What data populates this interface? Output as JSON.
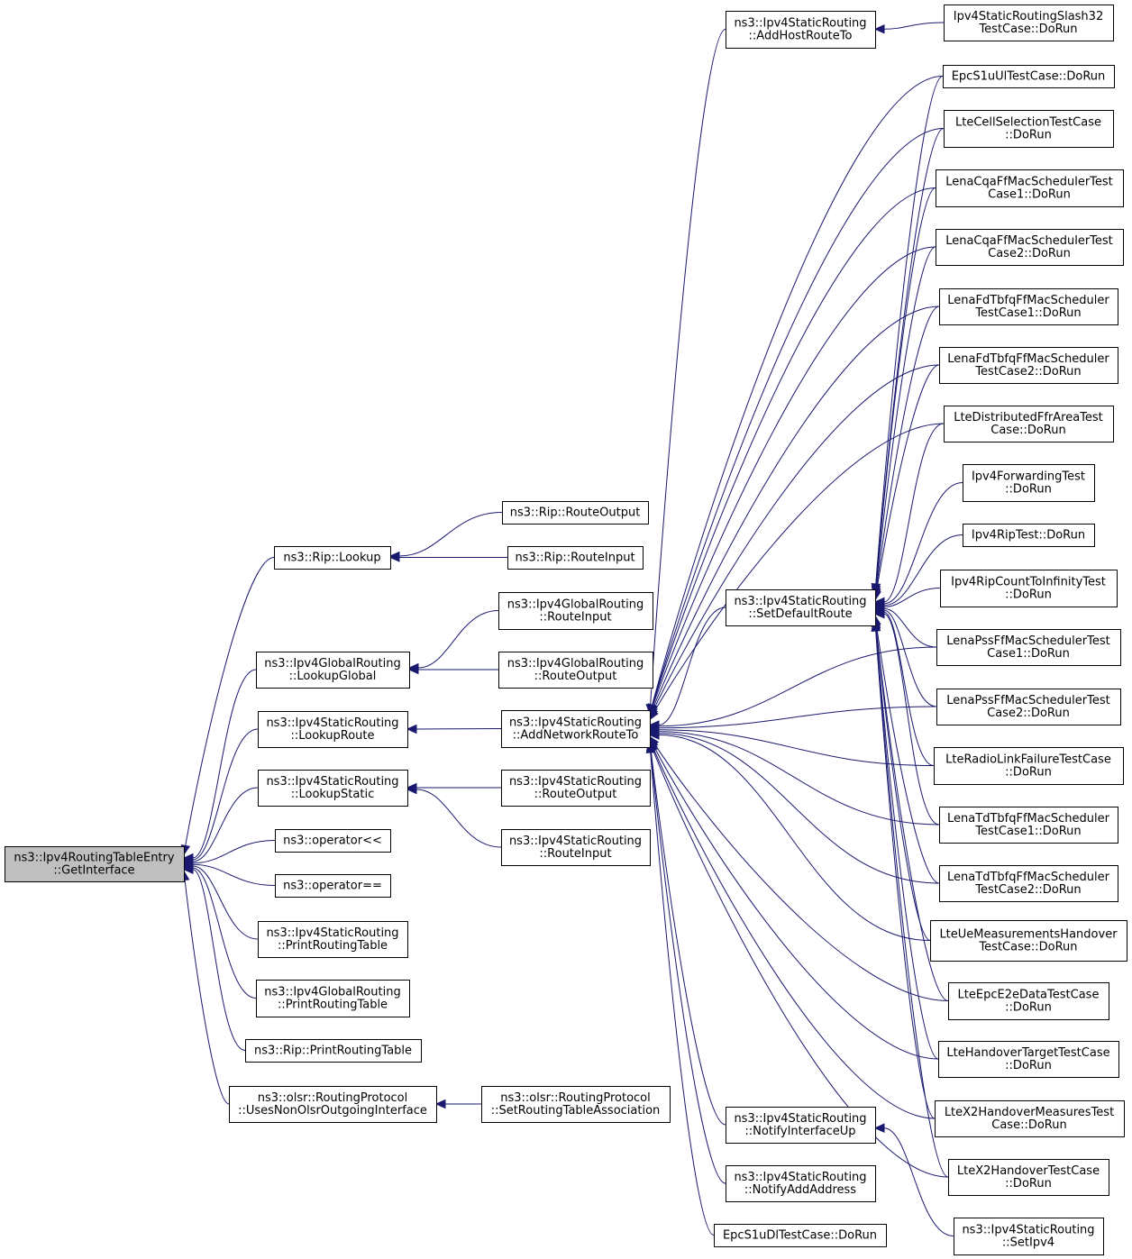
{
  "nodes": [
    {
      "id": "root",
      "lines": [
        "ns3::Ipv4RoutingTableEntry",
        "::GetInterface"
      ]
    },
    {
      "id": "rip_lookup",
      "lines": [
        "ns3::Rip::Lookup"
      ]
    },
    {
      "id": "rip_route_output",
      "lines": [
        "ns3::Rip::RouteOutput"
      ]
    },
    {
      "id": "rip_route_input",
      "lines": [
        "ns3::Rip::RouteInput"
      ]
    },
    {
      "id": "global_lookup",
      "lines": [
        "ns3::Ipv4GlobalRouting",
        "::LookupGlobal"
      ]
    },
    {
      "id": "global_route_input",
      "lines": [
        "ns3::Ipv4GlobalRouting",
        "::RouteInput"
      ]
    },
    {
      "id": "global_route_output",
      "lines": [
        "ns3::Ipv4GlobalRouting",
        "::RouteOutput"
      ]
    },
    {
      "id": "static_lookup_route",
      "lines": [
        "ns3::Ipv4StaticRouting",
        "::LookupRoute"
      ]
    },
    {
      "id": "static_add_network",
      "lines": [
        "ns3::Ipv4StaticRouting",
        "::AddNetworkRouteTo"
      ]
    },
    {
      "id": "static_lookup_static",
      "lines": [
        "ns3::Ipv4StaticRouting",
        "::LookupStatic"
      ]
    },
    {
      "id": "static_route_output",
      "lines": [
        "ns3::Ipv4StaticRouting",
        "::RouteOutput"
      ]
    },
    {
      "id": "static_route_input",
      "lines": [
        "ns3::Ipv4StaticRouting",
        "::RouteInput"
      ]
    },
    {
      "id": "op_stream",
      "lines": [
        "ns3::operator<<"
      ]
    },
    {
      "id": "op_eq",
      "lines": [
        "ns3::operator=="
      ]
    },
    {
      "id": "static_print",
      "lines": [
        "ns3::Ipv4StaticRouting",
        "::PrintRoutingTable"
      ]
    },
    {
      "id": "global_print",
      "lines": [
        "ns3::Ipv4GlobalRouting",
        "::PrintRoutingTable"
      ]
    },
    {
      "id": "rip_print",
      "lines": [
        "ns3::Rip::PrintRoutingTable"
      ]
    },
    {
      "id": "olsr_uses",
      "lines": [
        "ns3::olsr::RoutingProtocol",
        "::UsesNonOlsrOutgoingInterface"
      ]
    },
    {
      "id": "olsr_set_assoc",
      "lines": [
        "ns3::olsr::RoutingProtocol",
        "::SetRoutingTableAssociation"
      ]
    },
    {
      "id": "static_add_host",
      "lines": [
        "ns3::Ipv4StaticRouting",
        "::AddHostRouteTo"
      ]
    },
    {
      "id": "static_set_default",
      "lines": [
        "ns3::Ipv4StaticRouting",
        "::SetDefaultRoute"
      ]
    },
    {
      "id": "static_notify_up",
      "lines": [
        "ns3::Ipv4StaticRouting",
        "::NotifyInterfaceUp"
      ]
    },
    {
      "id": "static_notify_addr",
      "lines": [
        "ns3::Ipv4StaticRouting",
        "::NotifyAddAddress"
      ]
    },
    {
      "id": "epc_s1u_dl",
      "lines": [
        "EpcS1uDlTestCase::DoRun"
      ]
    },
    {
      "id": "slash32",
      "lines": [
        "Ipv4StaticRoutingSlash32",
        "TestCase::DoRun"
      ]
    },
    {
      "id": "epc_s1u_ul",
      "lines": [
        "EpcS1uUlTestCase::DoRun"
      ]
    },
    {
      "id": "lte_cell_sel",
      "lines": [
        "LteCellSelectionTestCase",
        "::DoRun"
      ]
    },
    {
      "id": "cqa1",
      "lines": [
        "LenaCqaFfMacSchedulerTest",
        "Case1::DoRun"
      ]
    },
    {
      "id": "cqa2",
      "lines": [
        "LenaCqaFfMacSchedulerTest",
        "Case2::DoRun"
      ]
    },
    {
      "id": "fdtbfq1",
      "lines": [
        "LenaFdTbfqFfMacScheduler",
        "TestCase1::DoRun"
      ]
    },
    {
      "id": "fdtbfq2",
      "lines": [
        "LenaFdTbfqFfMacScheduler",
        "TestCase2::DoRun"
      ]
    },
    {
      "id": "lte_dist_ffr",
      "lines": [
        "LteDistributedFfrAreaTest",
        "Case::DoRun"
      ]
    },
    {
      "id": "ipv4_fwd",
      "lines": [
        "Ipv4ForwardingTest",
        "::DoRun"
      ]
    },
    {
      "id": "ipv4_rip",
      "lines": [
        "Ipv4RipTest::DoRun"
      ]
    },
    {
      "id": "ipv4_rip_count",
      "lines": [
        "Ipv4RipCountToInfinityTest",
        "::DoRun"
      ]
    },
    {
      "id": "pss1",
      "lines": [
        "LenaPssFfMacSchedulerTest",
        "Case1::DoRun"
      ]
    },
    {
      "id": "pss2",
      "lines": [
        "LenaPssFfMacSchedulerTest",
        "Case2::DoRun"
      ]
    },
    {
      "id": "lte_rlf",
      "lines": [
        "LteRadioLinkFailureTestCase",
        "::DoRun"
      ]
    },
    {
      "id": "tdtbfq1",
      "lines": [
        "LenaTdTbfqFfMacScheduler",
        "TestCase1::DoRun"
      ]
    },
    {
      "id": "tdtbfq2",
      "lines": [
        "LenaTdTbfqFfMacScheduler",
        "TestCase2::DoRun"
      ]
    },
    {
      "id": "lte_ue_meas",
      "lines": [
        "LteUeMeasurementsHandover",
        "TestCase::DoRun"
      ]
    },
    {
      "id": "lte_epc_e2e",
      "lines": [
        "LteEpcE2eDataTestCase",
        "::DoRun"
      ]
    },
    {
      "id": "lte_ho_target",
      "lines": [
        "LteHandoverTargetTestCase",
        "::DoRun"
      ]
    },
    {
      "id": "lte_x2_measures",
      "lines": [
        "LteX2HandoverMeasuresTest",
        "Case::DoRun"
      ]
    },
    {
      "id": "lte_x2_ho",
      "lines": [
        "LteX2HandoverTestCase",
        "::DoRun"
      ]
    },
    {
      "id": "static_set_ipv4",
      "lines": [
        "ns3::Ipv4StaticRouting",
        "::SetIpv4"
      ]
    }
  ],
  "edges": [
    [
      "rip_lookup",
      "root"
    ],
    [
      "global_lookup",
      "root"
    ],
    [
      "static_lookup_route",
      "root"
    ],
    [
      "static_lookup_static",
      "root"
    ],
    [
      "op_stream",
      "root"
    ],
    [
      "op_eq",
      "root"
    ],
    [
      "static_print",
      "root"
    ],
    [
      "global_print",
      "root"
    ],
    [
      "rip_print",
      "root"
    ],
    [
      "olsr_uses",
      "root"
    ],
    [
      "rip_route_output",
      "rip_lookup"
    ],
    [
      "rip_route_input",
      "rip_lookup"
    ],
    [
      "global_route_input",
      "global_lookup"
    ],
    [
      "global_route_output",
      "global_lookup"
    ],
    [
      "static_add_network",
      "static_lookup_route"
    ],
    [
      "static_route_output",
      "static_lookup_static"
    ],
    [
      "static_route_input",
      "static_lookup_static"
    ],
    [
      "olsr_set_assoc",
      "olsr_uses"
    ],
    [
      "static_add_host",
      "static_add_network"
    ],
    [
      "static_set_default",
      "static_add_network"
    ],
    [
      "static_notify_up",
      "static_add_network"
    ],
    [
      "static_notify_addr",
      "static_add_network"
    ],
    [
      "epc_s1u_dl",
      "static_add_network"
    ],
    [
      "epc_s1u_ul",
      "static_add_network"
    ],
    [
      "lte_cell_sel",
      "static_add_network"
    ],
    [
      "cqa1",
      "static_add_network"
    ],
    [
      "cqa2",
      "static_add_network"
    ],
    [
      "fdtbfq1",
      "static_add_network"
    ],
    [
      "fdtbfq2",
      "static_add_network"
    ],
    [
      "lte_dist_ffr",
      "static_add_network"
    ],
    [
      "pss1",
      "static_add_network"
    ],
    [
      "pss2",
      "static_add_network"
    ],
    [
      "lte_rlf",
      "static_add_network"
    ],
    [
      "tdtbfq1",
      "static_add_network"
    ],
    [
      "tdtbfq2",
      "static_add_network"
    ],
    [
      "lte_ue_meas",
      "static_add_network"
    ],
    [
      "lte_epc_e2e",
      "static_add_network"
    ],
    [
      "lte_ho_target",
      "static_add_network"
    ],
    [
      "lte_x2_measures",
      "static_add_network"
    ],
    [
      "lte_x2_ho",
      "static_add_network"
    ],
    [
      "slash32",
      "static_add_host"
    ],
    [
      "epc_s1u_ul",
      "static_set_default"
    ],
    [
      "lte_cell_sel",
      "static_set_default"
    ],
    [
      "cqa1",
      "static_set_default"
    ],
    [
      "cqa2",
      "static_set_default"
    ],
    [
      "fdtbfq1",
      "static_set_default"
    ],
    [
      "fdtbfq2",
      "static_set_default"
    ],
    [
      "lte_dist_ffr",
      "static_set_default"
    ],
    [
      "ipv4_fwd",
      "static_set_default"
    ],
    [
      "ipv4_rip",
      "static_set_default"
    ],
    [
      "ipv4_rip_count",
      "static_set_default"
    ],
    [
      "pss1",
      "static_set_default"
    ],
    [
      "pss2",
      "static_set_default"
    ],
    [
      "lte_rlf",
      "static_set_default"
    ],
    [
      "tdtbfq1",
      "static_set_default"
    ],
    [
      "tdtbfq2",
      "static_set_default"
    ],
    [
      "lte_ue_meas",
      "static_set_default"
    ],
    [
      "lte_epc_e2e",
      "static_set_default"
    ],
    [
      "lte_ho_target",
      "static_set_default"
    ],
    [
      "lte_x2_measures",
      "static_set_default"
    ],
    [
      "lte_x2_ho",
      "static_set_default"
    ],
    [
      "static_set_ipv4",
      "static_notify_up"
    ]
  ]
}
